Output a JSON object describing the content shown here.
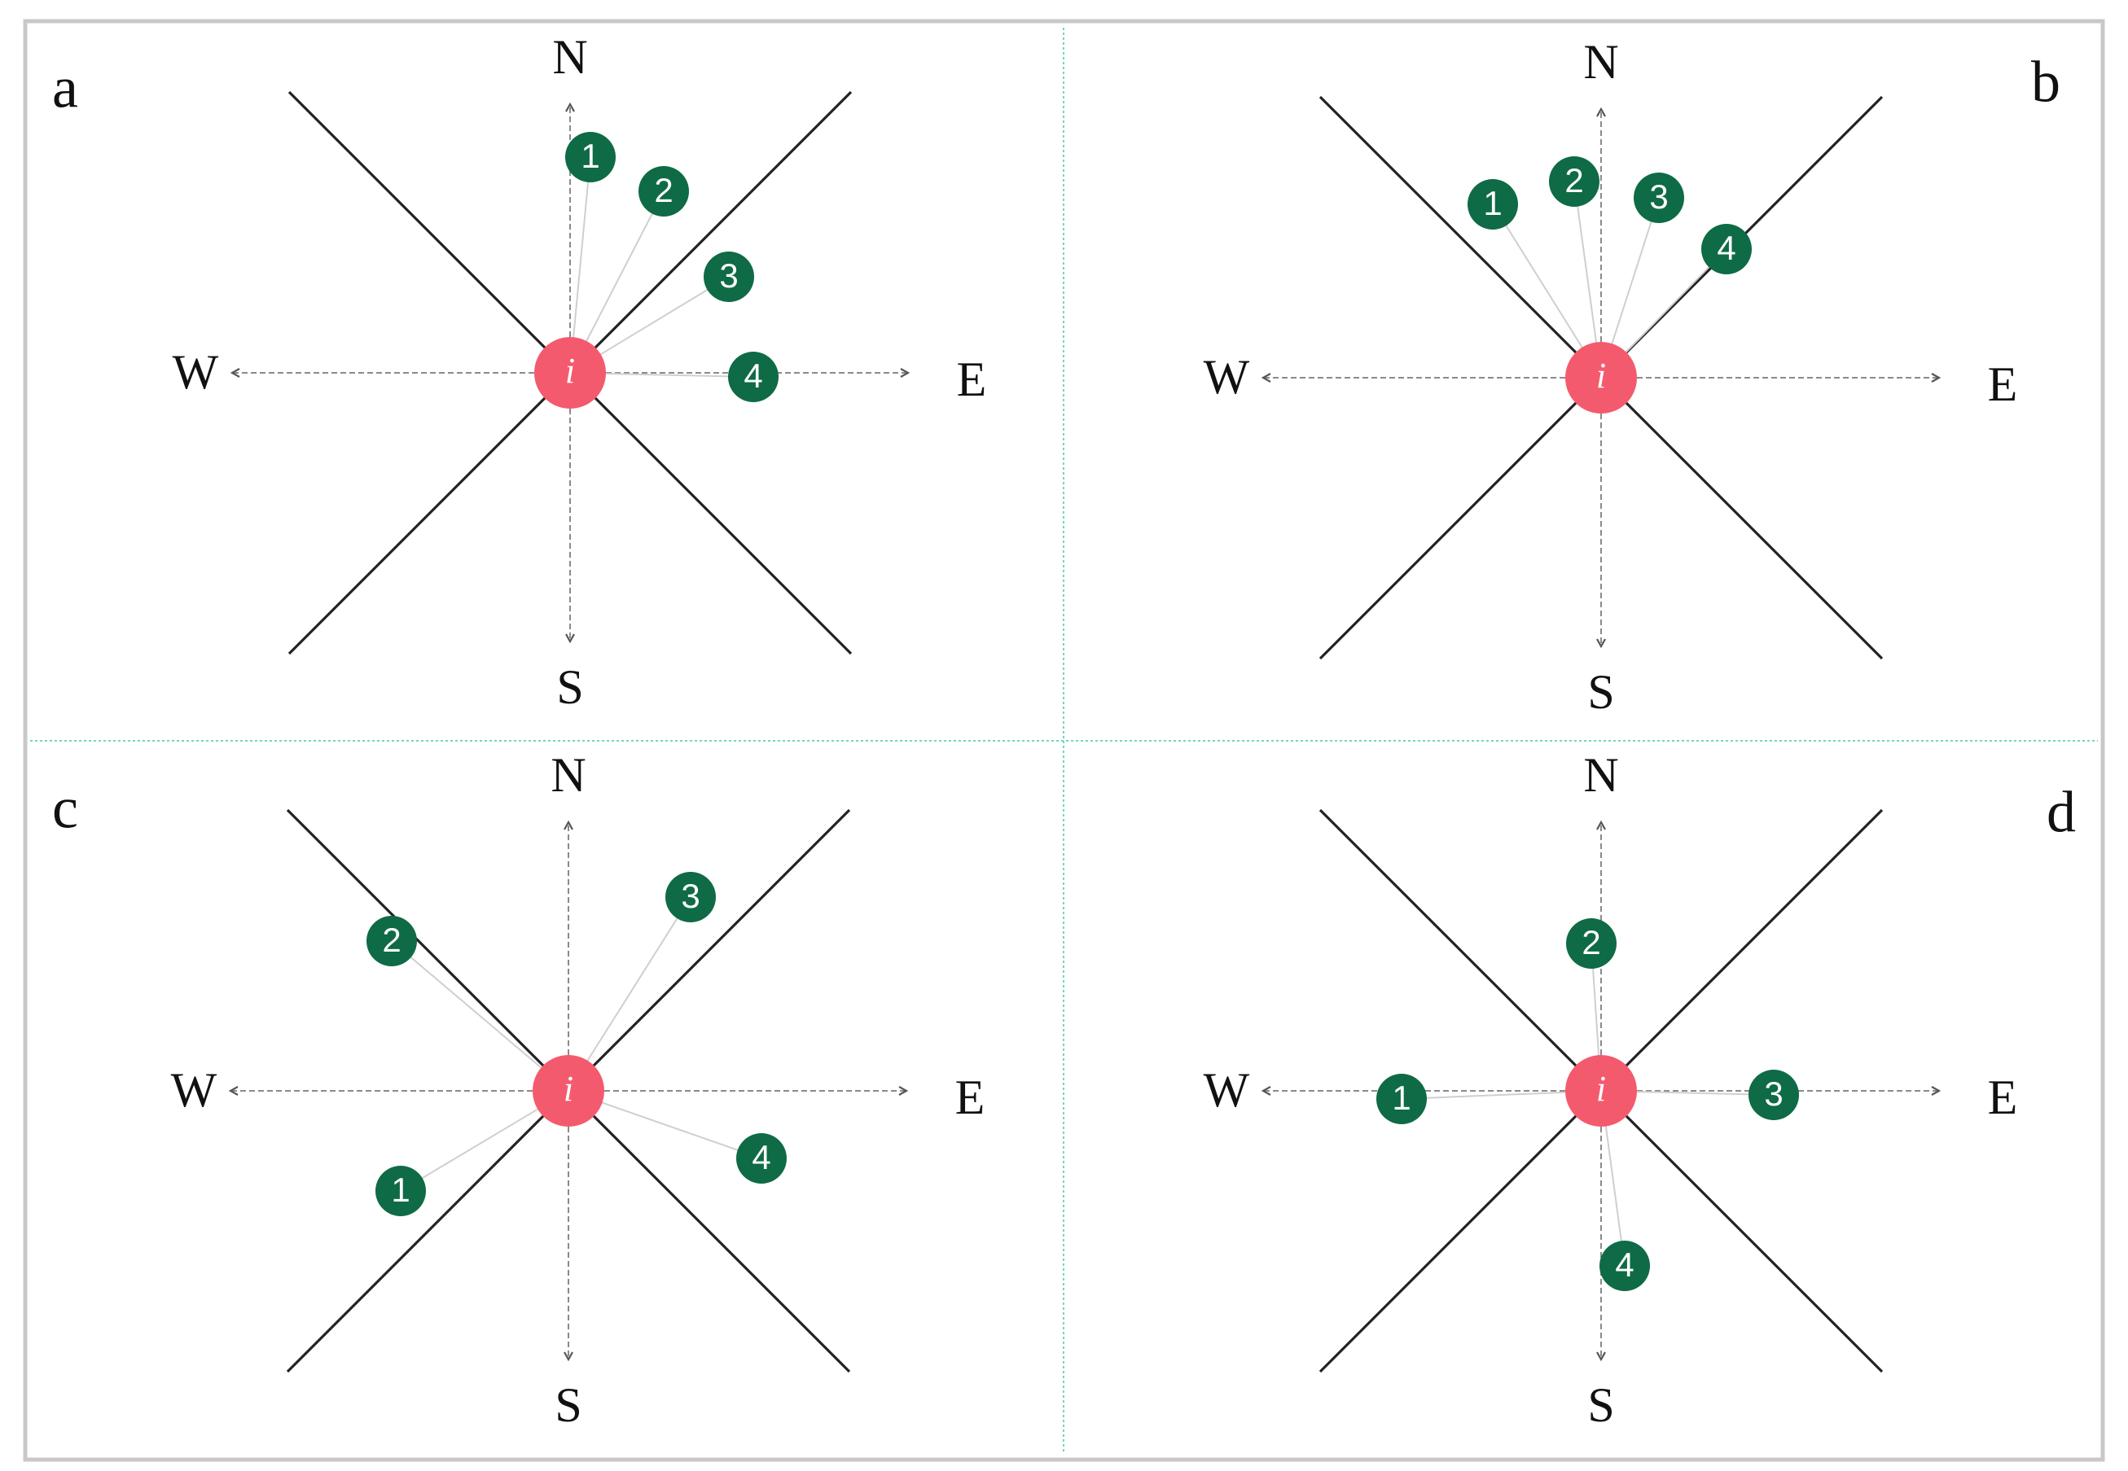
{
  "colors": {
    "frame": "#c8c8c8",
    "divider": "#72d6bf",
    "diagonal": "#222222",
    "axis": "#8a8a8a",
    "arrowhead": "#555555",
    "spoke": "#cfcfcf",
    "center_fill": "#f45a6e",
    "center_text": "#ffffff",
    "neighbor_fill": "#0e6b45",
    "neighbor_text": "#ffffff",
    "label_text": "#111111"
  },
  "compass": {
    "north": "N",
    "south": "S",
    "east": "E",
    "west": "W"
  },
  "center_label": "i",
  "panels": [
    {
      "id": "a",
      "label": "a",
      "neighbors": [
        {
          "label": "1"
        },
        {
          "label": "2"
        },
        {
          "label": "3"
        },
        {
          "label": "4"
        }
      ]
    },
    {
      "id": "b",
      "label": "b",
      "neighbors": [
        {
          "label": "1"
        },
        {
          "label": "2"
        },
        {
          "label": "3"
        },
        {
          "label": "4"
        }
      ]
    },
    {
      "id": "c",
      "label": "c",
      "neighbors": [
        {
          "label": "1"
        },
        {
          "label": "2"
        },
        {
          "label": "3"
        },
        {
          "label": "4"
        }
      ]
    },
    {
      "id": "d",
      "label": "d",
      "neighbors": [
        {
          "label": "1"
        },
        {
          "label": "2"
        },
        {
          "label": "3"
        },
        {
          "label": "4"
        }
      ]
    }
  ]
}
